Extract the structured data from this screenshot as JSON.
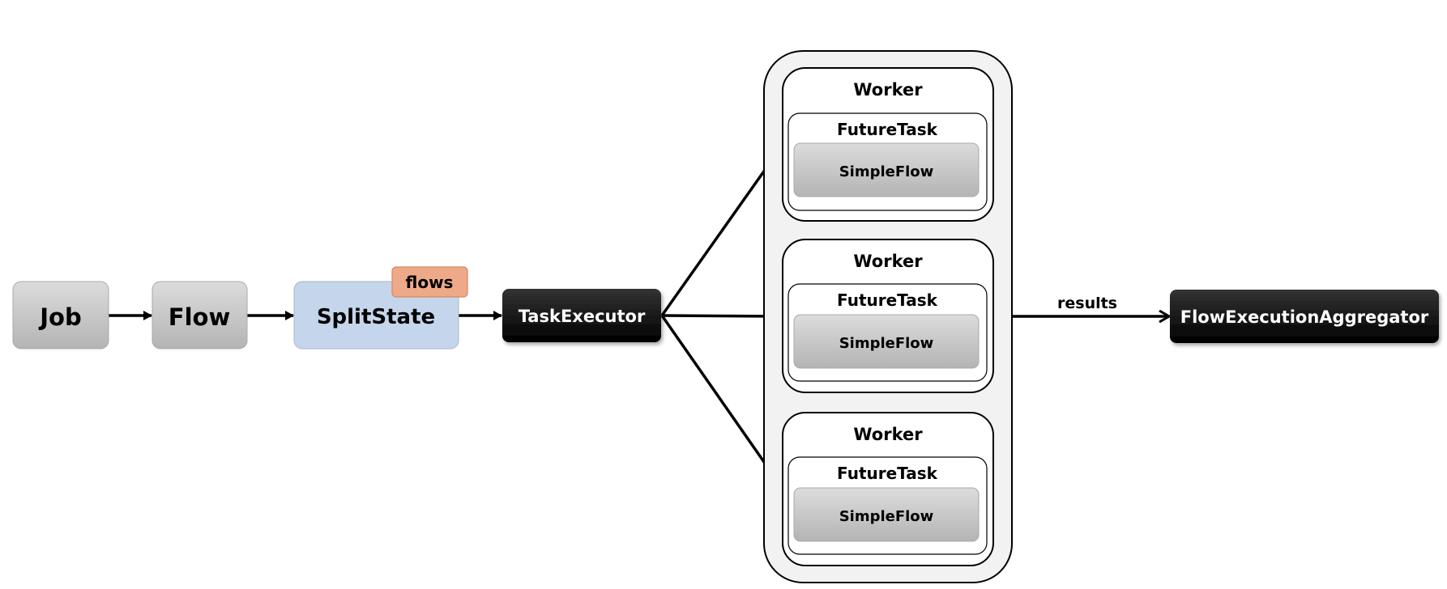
{
  "nodes": {
    "job": "Job",
    "flow": "Flow",
    "split_state": "SplitState",
    "flows_tag": "flows",
    "task_executor": "TaskExecutor",
    "aggregator": "FlowExecutionAggregator"
  },
  "workers": [
    {
      "worker": "Worker",
      "future_task": "FutureTask",
      "simple_flow": "SimpleFlow"
    },
    {
      "worker": "Worker",
      "future_task": "FutureTask",
      "simple_flow": "SimpleFlow"
    },
    {
      "worker": "Worker",
      "future_task": "FutureTask",
      "simple_flow": "SimpleFlow"
    }
  ],
  "edges": {
    "results_label": "results"
  },
  "colors": {
    "gray_top": "#dcdcdc",
    "gray_bottom": "#b4b4b4",
    "split_fill": "#c5d6ec",
    "flows_fill": "#eeaa88",
    "dark_top": "#2e2e2e",
    "dark_bottom": "#000000",
    "pool_fill": "#f2f2f2"
  }
}
